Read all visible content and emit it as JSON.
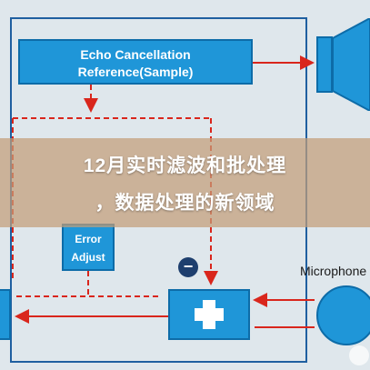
{
  "diagram": {
    "echo_block": {
      "line1": "Echo Cancellation",
      "line2": "Reference(Sample)"
    },
    "error_block": {
      "line1": "Error",
      "line2": "Adjust"
    },
    "adder_symbol": "+",
    "minus_symbol": "−",
    "microphone_label": "Microphone",
    "colors": {
      "block_fill": "#1f96d8",
      "block_border": "#0d6ca8",
      "arrow": "#d9261c",
      "minus_fill": "#1e3f6e"
    }
  },
  "overlay": {
    "title_line1": "12月实时滤波和批处理",
    "title_line2": "，数据处理的新领域"
  }
}
